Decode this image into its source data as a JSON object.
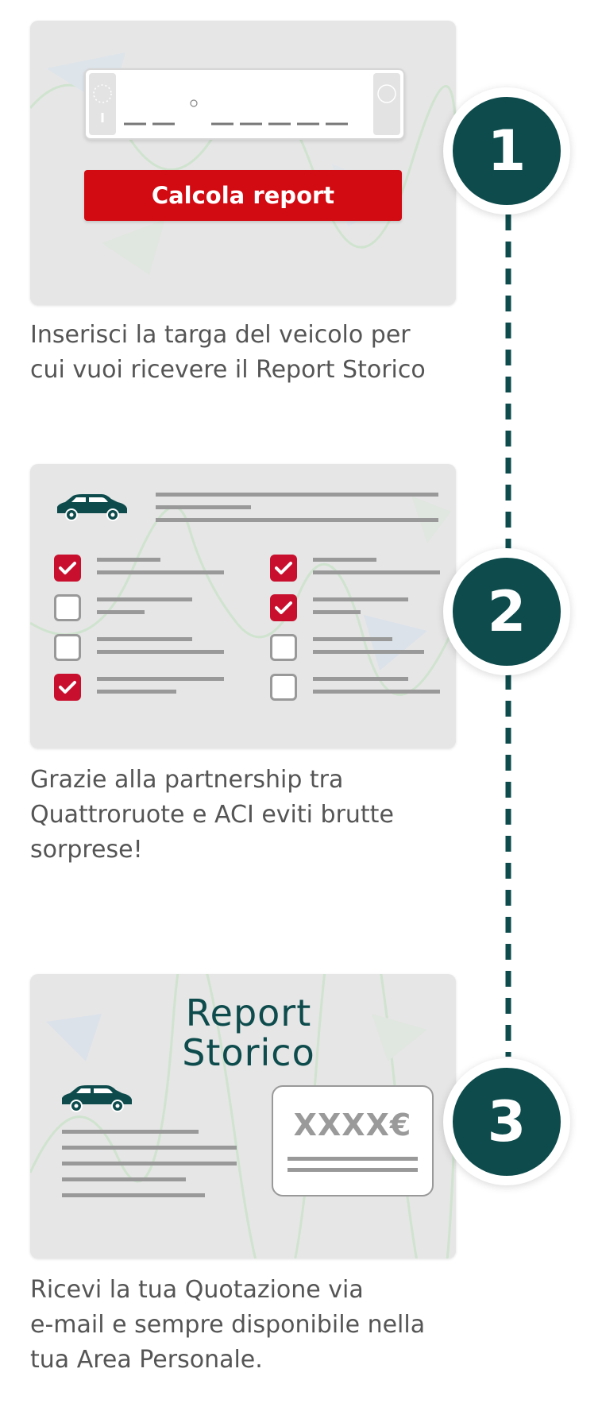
{
  "colors": {
    "accent_red": "#d20a11",
    "teal": "#0d4b4c",
    "card_bg": "#e6e6e6",
    "text": "#555555"
  },
  "steps": [
    {
      "number": "1",
      "button_label": "Calcola report",
      "description": "Inserisci la targa del veicolo per\ncui vuoi ricevere il Report Storico"
    },
    {
      "number": "2",
      "description": "Grazie alla partnership tra\nQuattroruote e ACI eviti brutte\nsorprese!",
      "checklist": [
        {
          "checked": true
        },
        {
          "checked": false
        },
        {
          "checked": false
        },
        {
          "checked": true
        },
        {
          "checked": true
        },
        {
          "checked": true
        },
        {
          "checked": false
        },
        {
          "checked": false
        }
      ]
    },
    {
      "number": "3",
      "report_title": "Report\nStorico",
      "price": "XXXX€",
      "description": "Ricevi la tua Quotazione via\ne-mail e sempre disponibile nella\ntua Area Personale."
    }
  ]
}
